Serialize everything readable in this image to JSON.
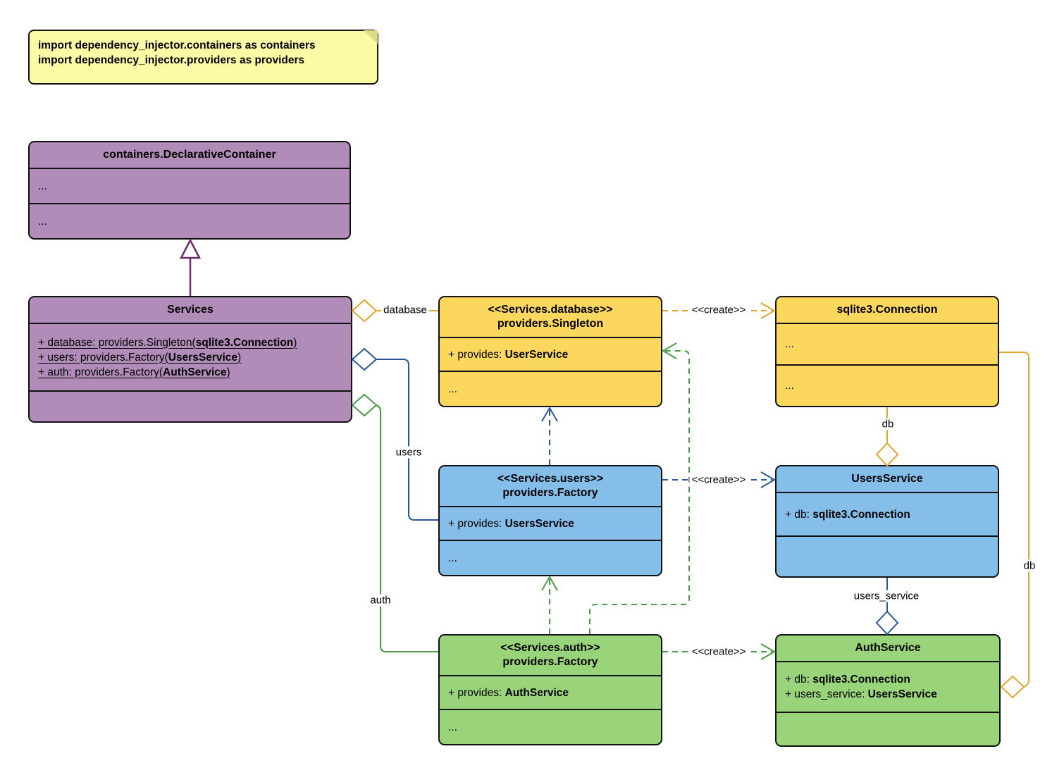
{
  "note": {
    "line1": "import dependency_injector.containers as containers",
    "line2": "import dependency_injector.providers as providers"
  },
  "classes": {
    "declarative": {
      "title": "containers.DeclarativeContainer",
      "s1": "...",
      "s2": "..."
    },
    "services": {
      "title": "Services",
      "attributes": [
        {
          "prefix": "+ database: providers.Singleton(",
          "bold": "sqlite3.Connection",
          "suffix": ")"
        },
        {
          "prefix": "+ users: providers.Factory(",
          "bold": "UsersService",
          "suffix": ")"
        },
        {
          "prefix": "+ auth: providers.Factory(",
          "bold": "AuthService",
          "suffix": ")"
        }
      ]
    },
    "singleton": {
      "stereotype": "<<Services.database>>",
      "title": "providers.Singleton",
      "attr": {
        "prefix": "+ provides: ",
        "bold": "UserService",
        "suffix": ""
      },
      "more": "..."
    },
    "sqlite": {
      "title": "sqlite3.Connection",
      "s1": "...",
      "s2": "..."
    },
    "users_factory": {
      "stereotype": "<<Services.users>>",
      "title": "providers.Factory",
      "attr": {
        "prefix": "+ provides: ",
        "bold": "UsersService",
        "suffix": ""
      },
      "more": "..."
    },
    "users_service": {
      "title": "UsersService",
      "attr": {
        "prefix": "+ db: ",
        "bold": "sqlite3.Connection",
        "suffix": ""
      }
    },
    "auth_factory": {
      "stereotype": "<<Services.auth>>",
      "title": "providers.Factory",
      "attr": {
        "prefix": "+ provides: ",
        "bold": "AuthService",
        "suffix": ""
      },
      "more": "..."
    },
    "auth_service": {
      "title": "AuthService",
      "attr1": {
        "prefix": "+ db: ",
        "bold": "sqlite3.Connection",
        "suffix": ""
      },
      "attr2": {
        "prefix": "+ users_service: ",
        "bold": "UsersService",
        "suffix": ""
      }
    }
  },
  "edges": {
    "database_label": "database",
    "users_label": "users",
    "auth_label": "auth",
    "create_db": "<<create>>",
    "create_users": "<<create>>",
    "create_auth": "<<create>>",
    "db_mid": "db",
    "db_right": "db",
    "users_service_label": "users_service"
  },
  "colors": {
    "purple-fill": "#B18CB9",
    "purple-line": "#6B2A6E",
    "yellow-fill": "#FBD85D",
    "note-fill": "#FBFBA5",
    "amber": "#E0A62E",
    "blue-fill": "#86BEEA",
    "blue-line": "#2A5796",
    "green-fill": "#99D47A",
    "green-line": "#4A9A48"
  }
}
